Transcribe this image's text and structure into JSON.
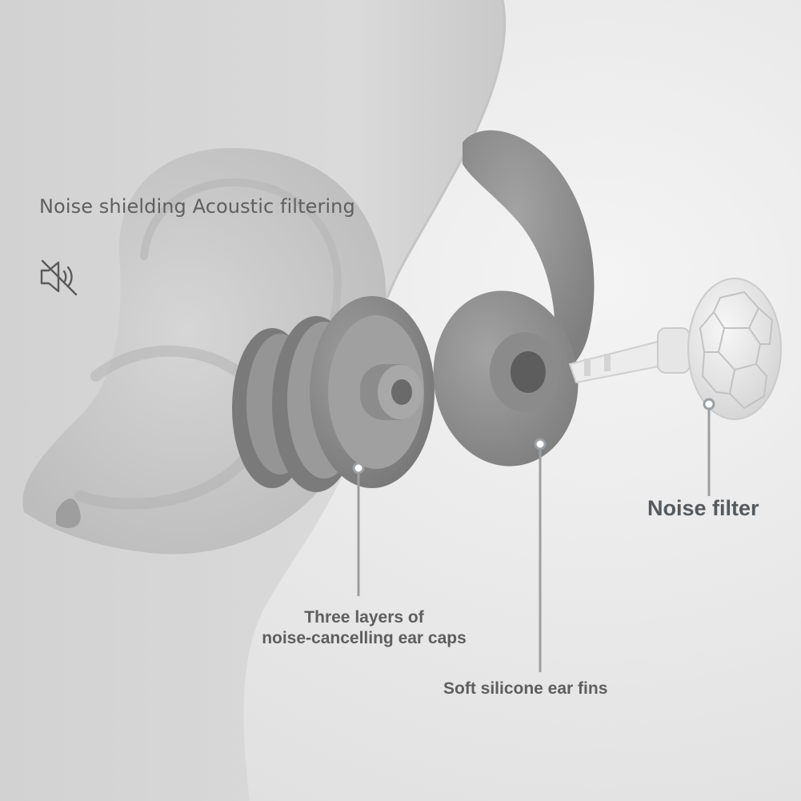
{
  "headline": "Noise shielding Acoustic filtering",
  "mute_icon": "speaker-muted-icon",
  "callouts": {
    "noise_filter": "Noise filter",
    "ear_caps_line1": "Three layers of",
    "ear_caps_line2": "noise-cancelling ear caps",
    "ear_fins": "Soft silicone ear fins"
  },
  "colors": {
    "background": "#ebebeb",
    "silicone": "#8f8f8f",
    "text": "#5e5e5e",
    "callout_line": "#9a9fa3"
  }
}
